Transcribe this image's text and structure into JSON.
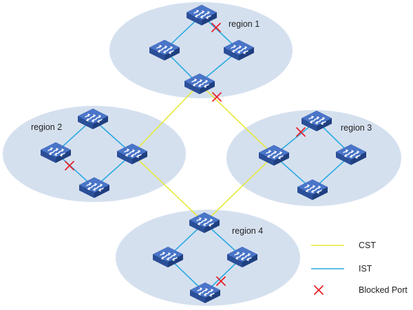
{
  "colors": {
    "region_fill": "#d5e0ef",
    "cst_line": "#e6e83a",
    "ist_line": "#29a9e0",
    "blocked_mark": "#e8202a",
    "switch_top": "#4a75c8",
    "switch_side": "#1f3f7f"
  },
  "regions": [
    {
      "label": "region 1"
    },
    {
      "label": "region 2"
    },
    {
      "label": "region 3"
    },
    {
      "label": "region 4"
    }
  ],
  "legend": {
    "cst": "CST",
    "ist": "IST",
    "blocked": "Blocked Port"
  },
  "icons": {
    "switch": "network-switch-icon",
    "blocked": "cross-icon"
  }
}
